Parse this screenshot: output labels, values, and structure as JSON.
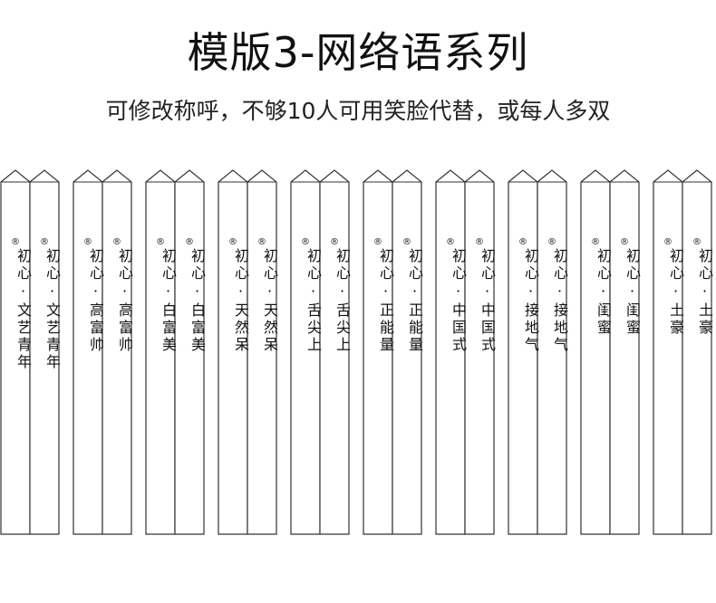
{
  "title": "模版3-网络语系列",
  "subtitle": "可修改称呼，不够10人可用笑脸代替，或每人多双",
  "reg_mark": "®",
  "pairs": [
    {
      "text": "初心·文艺青年"
    },
    {
      "text": "初心·高富帅"
    },
    {
      "text": "初心·白富美"
    },
    {
      "text": "初心·天然呆"
    },
    {
      "text": "初心·舌尖上"
    },
    {
      "text": "初心·正能量"
    },
    {
      "text": "初心·中国式"
    },
    {
      "text": "初心·接地气"
    },
    {
      "text": "初心·闺蜜"
    },
    {
      "text": "初心·土豪"
    }
  ]
}
